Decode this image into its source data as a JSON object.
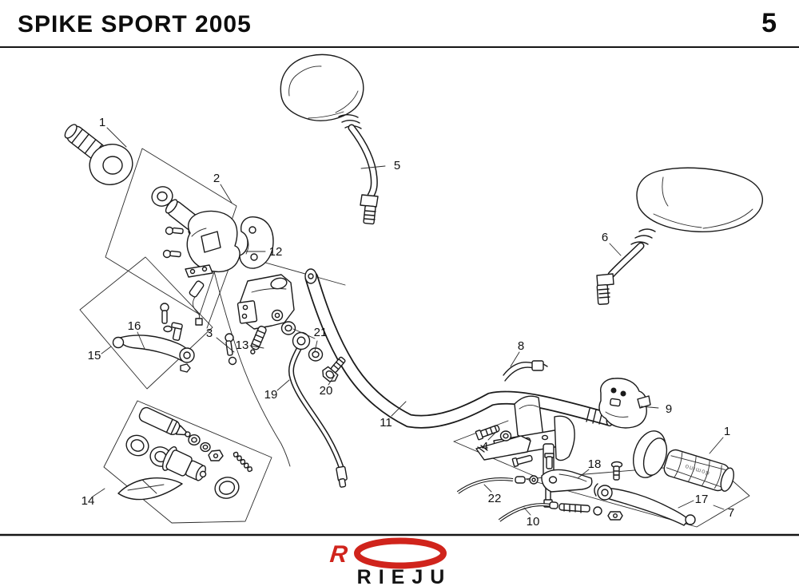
{
  "header": {
    "title": "SPIKE SPORT 2005",
    "page_number": "5"
  },
  "footer": {
    "logo_letter": "R",
    "brand": "RIEJU"
  },
  "diagram": {
    "title": "Handlebar assembly exploded view",
    "grip_brand": "domino",
    "callouts": [
      {
        "number": "1"
      },
      {
        "number": "2"
      },
      {
        "number": "5"
      },
      {
        "number": "6"
      },
      {
        "number": "12"
      },
      {
        "number": "16"
      },
      {
        "number": "3"
      },
      {
        "number": "13"
      },
      {
        "number": "15"
      },
      {
        "number": "21"
      },
      {
        "number": "19"
      },
      {
        "number": "20"
      },
      {
        "number": "11"
      },
      {
        "number": "8"
      },
      {
        "number": "9"
      },
      {
        "number": "4"
      },
      {
        "number": "18"
      },
      {
        "number": "22"
      },
      {
        "number": "10"
      },
      {
        "number": "17"
      },
      {
        "number": "7"
      },
      {
        "number": "1"
      },
      {
        "number": "14"
      }
    ]
  }
}
